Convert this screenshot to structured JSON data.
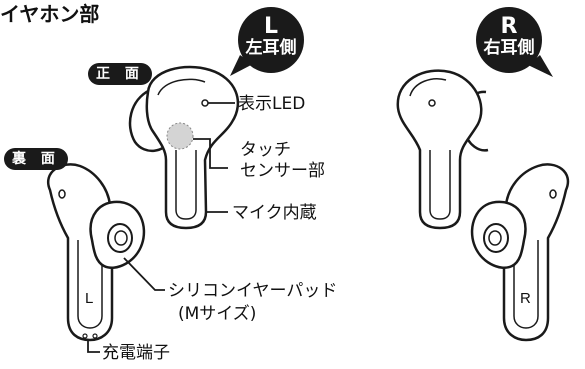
{
  "title": "イヤホン部",
  "tags": {
    "front": "正 面",
    "back": "裏 面"
  },
  "bubbles": {
    "left": {
      "letter": "L",
      "side": "左耳側"
    },
    "right": {
      "letter": "R",
      "side": "右耳側"
    }
  },
  "bud_letters": {
    "left_back": "L",
    "right_back": "R"
  },
  "labels": {
    "led": "表示LED",
    "touch_line1": "タッチ",
    "touch_line2": "センサー部",
    "mic": "マイク内蔵",
    "eartip_line1": "シリコンイヤーパッド",
    "eartip_line2": "(Mサイズ)",
    "charging": "充電端子"
  },
  "colors": {
    "bubble": "#1a1a1a",
    "touch_sensor": "#d4d4d4",
    "outline": "#1a1a1a"
  }
}
